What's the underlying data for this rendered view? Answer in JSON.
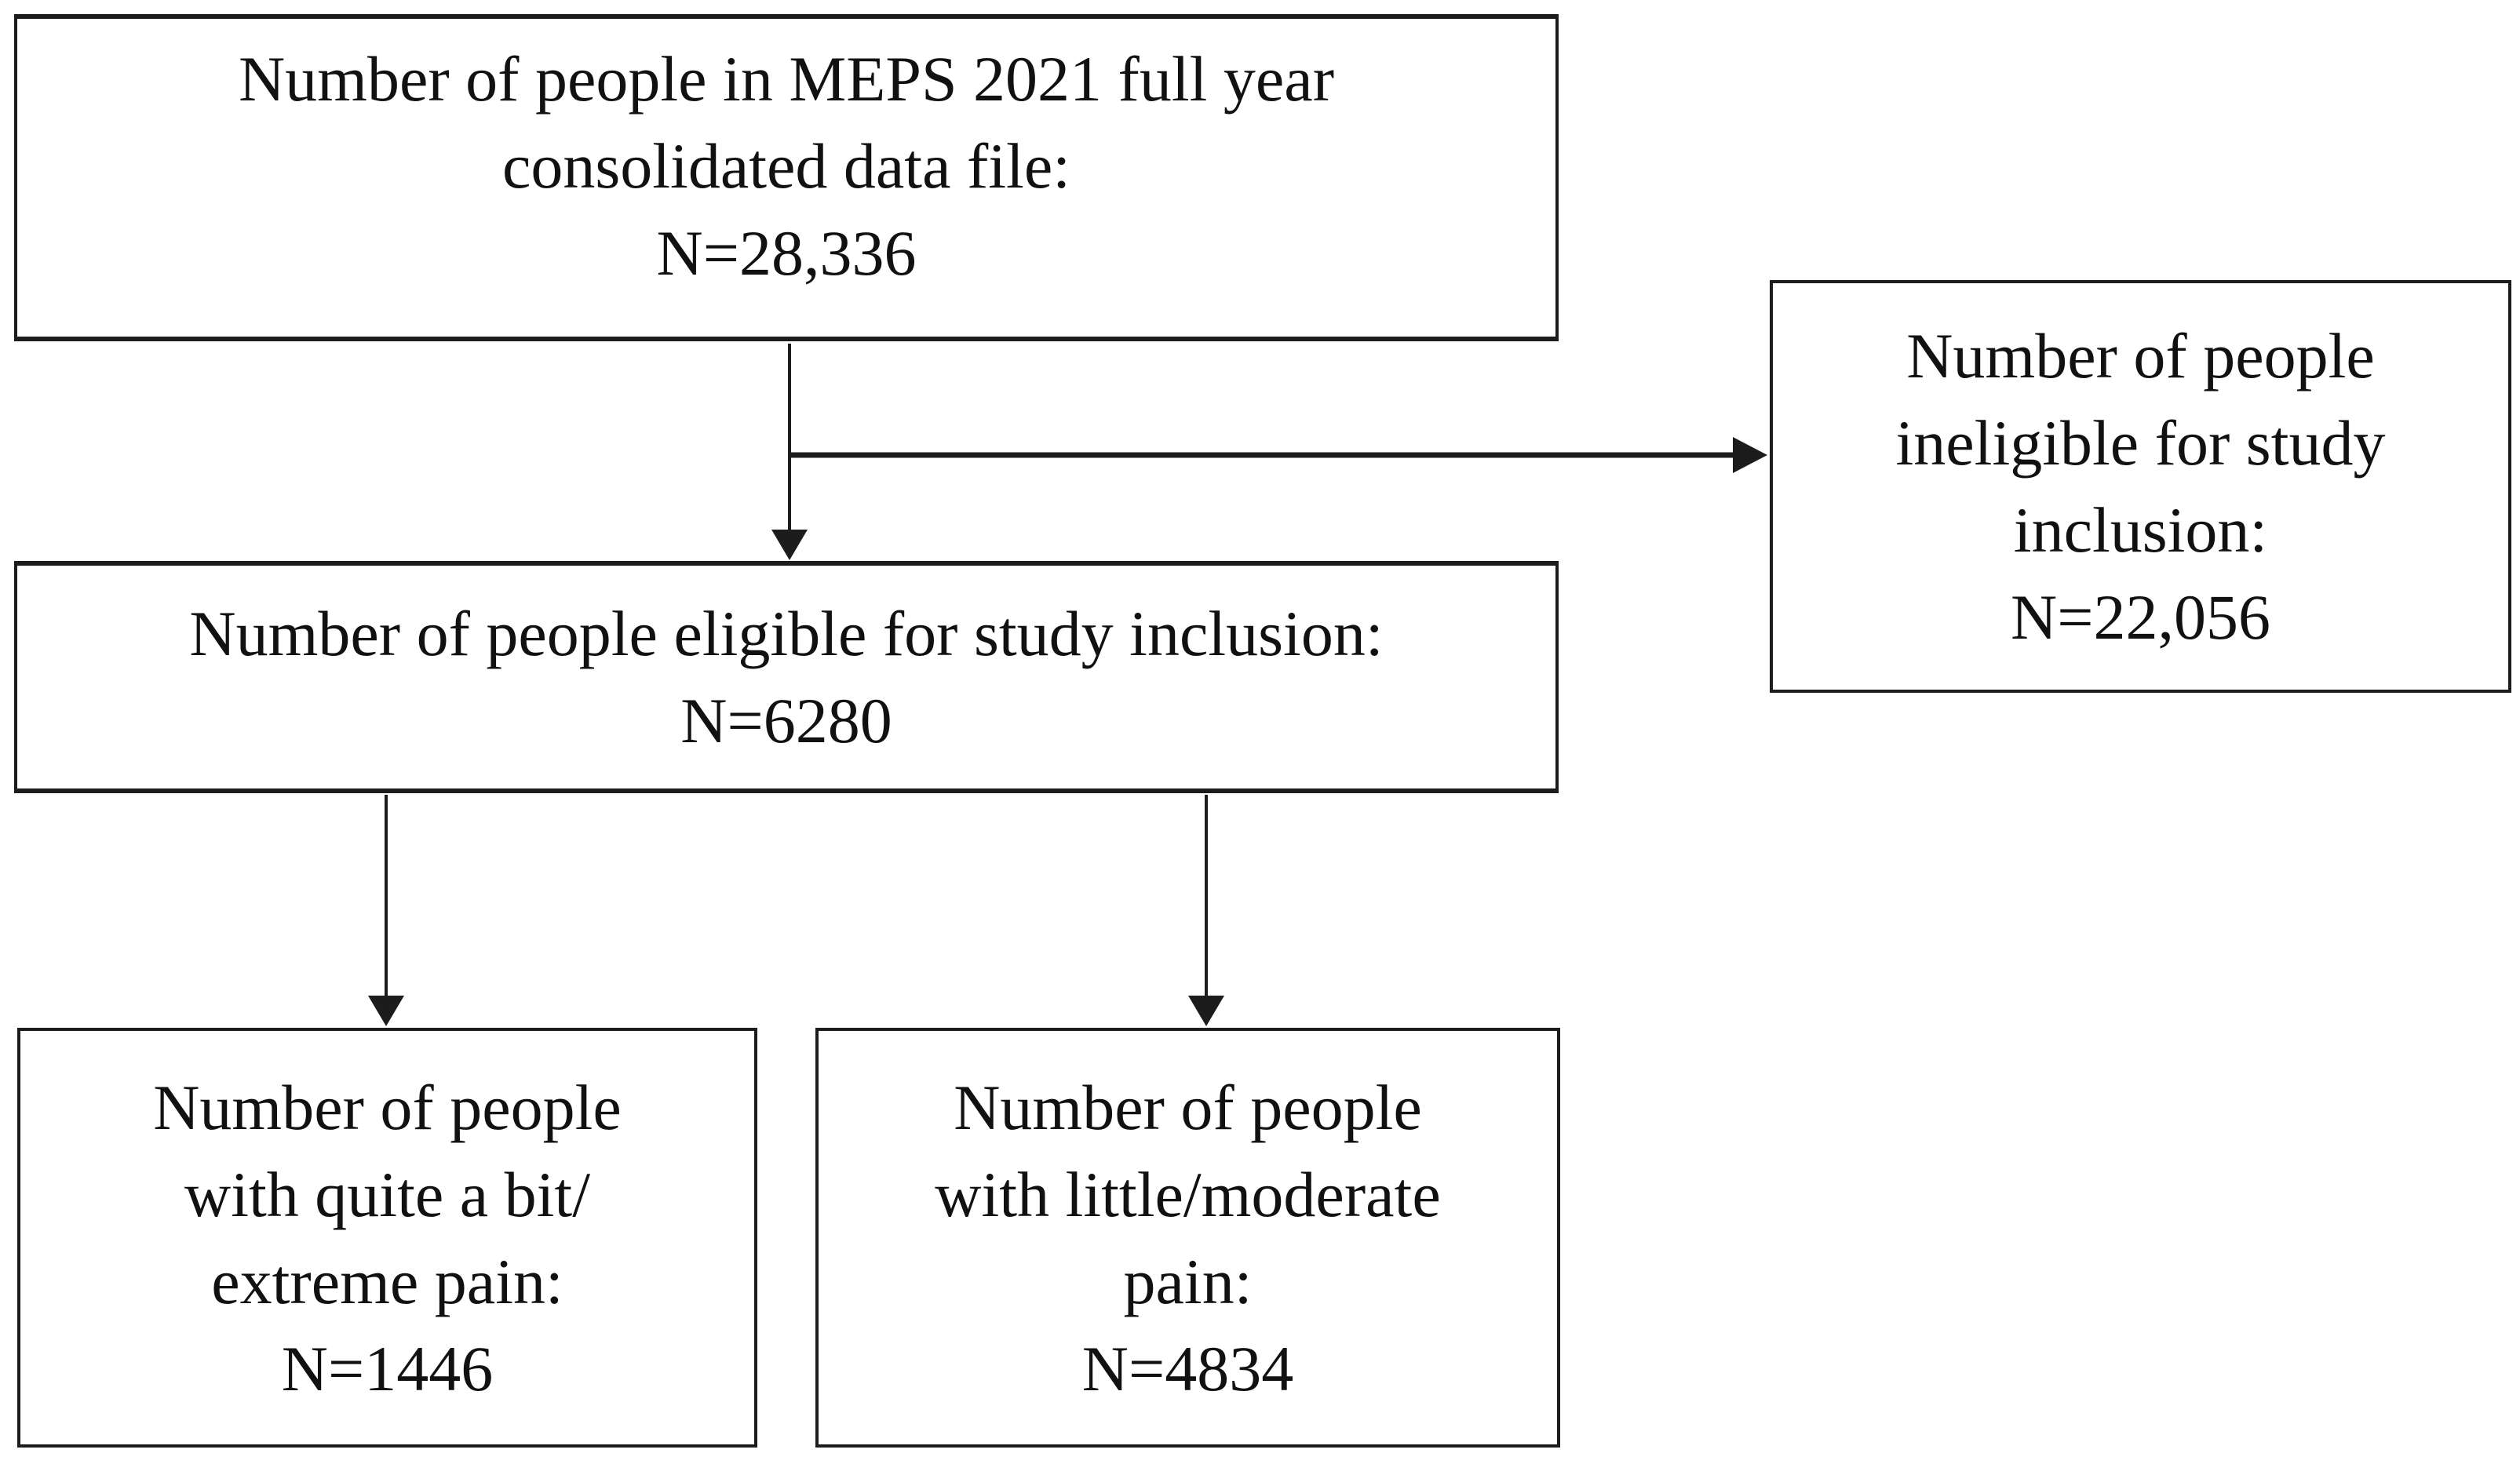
{
  "diagram": {
    "background_color": "#ffffff",
    "line_color": "#1c1c1c",
    "text_color": "#111111",
    "boxes": {
      "meps_total": {
        "lines": [
          "Number of people in MEPS 2021 full year",
          "consolidated data file:",
          "N=28,336"
        ]
      },
      "ineligible": {
        "lines": [
          "Number of people",
          "ineligible for study",
          "inclusion:",
          "N=22,056"
        ]
      },
      "eligible": {
        "lines": [
          "Number of people eligible for study inclusion:",
          "N=6280"
        ]
      },
      "quite_bit_extreme_pain": {
        "lines": [
          "Number of people",
          "with quite a bit/",
          "extreme pain:",
          "N=1446"
        ]
      },
      "little_moderate_pain": {
        "lines": [
          "Number of people",
          "with little/moderate",
          "pain:",
          "N=4834"
        ]
      }
    }
  }
}
